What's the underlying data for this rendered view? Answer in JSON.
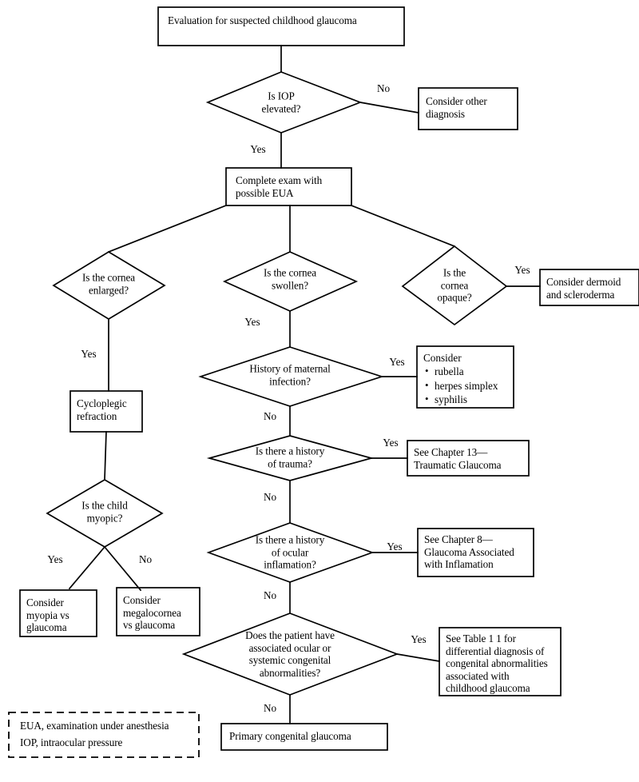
{
  "diagram": {
    "title": "Evaluation for suspected childhood glaucoma flowchart",
    "colors": {
      "stroke": "#000000",
      "background": "#ffffff",
      "text": "#000000"
    },
    "nodes": {
      "start": {
        "label": "Evaluation for suspected childhood glaucoma",
        "type": "process"
      },
      "iop": {
        "label": "Is IOP\nelevated?",
        "type": "decision"
      },
      "other_dx": {
        "label": "Consider other\ndiagnosis",
        "type": "process"
      },
      "complete_exam": {
        "label": "Complete exam with\npossible EUA",
        "type": "process"
      },
      "cornea_enlarged": {
        "label": "Is the cornea\nenlarged?",
        "type": "decision"
      },
      "cornea_swollen": {
        "label": "Is the cornea\nswollen?",
        "type": "decision"
      },
      "cornea_opaque": {
        "label": "Is the\ncornea\nopaque?",
        "type": "decision"
      },
      "dermoid": {
        "label": "Consider dermoid\nand scleroderma",
        "type": "process"
      },
      "cycloplegic": {
        "label": "Cycloplegic\nrefraction",
        "type": "process"
      },
      "child_myopic": {
        "label": "Is the child\nmyopic?",
        "type": "decision"
      },
      "myopia_vs": {
        "label": "Consider\nmyopia vs\nglaucoma",
        "type": "process"
      },
      "megalocornea_vs": {
        "label": "Consider\nmegalocornea\nvs glaucoma",
        "type": "process"
      },
      "maternal_infection": {
        "label": "History of maternal\ninfection?",
        "type": "decision"
      },
      "consider_infections": {
        "heading": "Consider",
        "items": [
          "rubella",
          "herpes simplex",
          "syphilis"
        ],
        "type": "process-list"
      },
      "history_trauma": {
        "label": "Is there a history\nof trauma?",
        "type": "decision"
      },
      "chapter13": {
        "label": "See Chapter 13—\nTraumatic Glaucoma",
        "type": "process"
      },
      "history_inflammation": {
        "label": "Is there a history\nof ocular\ninflamation?",
        "type": "decision"
      },
      "chapter8": {
        "label": "See Chapter 8—\nGlaucoma Associated\nwith Inflamation",
        "type": "process"
      },
      "congenital_abnormalities": {
        "label": "Does the patient have\nassociated ocular or\nsystemic congenital\nabnormalities?",
        "type": "decision"
      },
      "table1": {
        "label": "See Table 1  1 for\ndifferential diagnosis of\ncongenital abnormalities\nassociated with\nchildhood glaucoma",
        "type": "process"
      },
      "primary_glaucoma": {
        "label": "Primary congenital glaucoma",
        "type": "process"
      }
    },
    "edge_labels": {
      "iop_no": "No",
      "iop_yes": "Yes",
      "enlarged_yes": "Yes",
      "swollen_yes": "Yes",
      "opaque_yes": "Yes",
      "myopic_yes": "Yes",
      "myopic_no": "No",
      "maternal_yes": "Yes",
      "maternal_no": "No",
      "trauma_yes": "Yes",
      "trauma_no": "No",
      "inflammation_yes": "Yes",
      "inflammation_no": "No",
      "congenital_yes": "Yes",
      "congenital_no": "No"
    },
    "legend": {
      "line1": "EUA, examination under anesthesia",
      "line2": "IOP, intraocular pressure"
    }
  }
}
